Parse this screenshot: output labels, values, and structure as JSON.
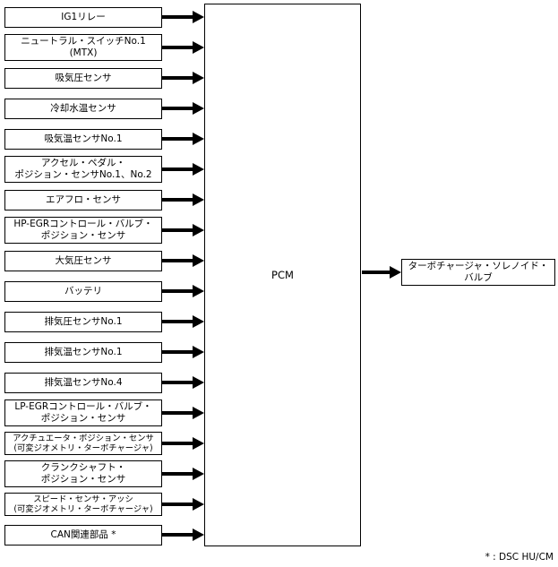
{
  "diagram": {
    "pcm_label": "PCM",
    "footnote": "* : DSC HU/CM",
    "output": {
      "label": "ターボチャージャ・ソレノイド・\nバルブ"
    },
    "inputs": [
      {
        "label": "IG1リレー"
      },
      {
        "label": "ニュートラル・スイッチNo.1\n(MTX)"
      },
      {
        "label": "吸気圧センサ"
      },
      {
        "label": "冷却水温センサ"
      },
      {
        "label": "吸気温センサNo.1"
      },
      {
        "label": "アクセル・ペダル・\nポジション・センサNo.1、No.2"
      },
      {
        "label": "エアフロ・センサ"
      },
      {
        "label": "HP-EGRコントロール・バルブ・\nポジション・センサ"
      },
      {
        "label": "大気圧センサ"
      },
      {
        "label": "バッテリ"
      },
      {
        "label": "排気圧センサNo.1"
      },
      {
        "label": "排気温センサNo.1"
      },
      {
        "label": "排気温センサNo.4"
      },
      {
        "label": "LP-EGRコントロール・バルブ・\nポジション・センサ"
      },
      {
        "label": "アクチュエータ・ポジション・センサ\n(可変ジオメトリ・ターボチャージャ)"
      },
      {
        "label": "クランクシャフト・\nポジション・センサ"
      },
      {
        "label": "スピード・センサ・アッシ\n(可変ジオメトリ・ターボチャージャ)"
      },
      {
        "label": "CAN関連部品 *"
      }
    ]
  }
}
